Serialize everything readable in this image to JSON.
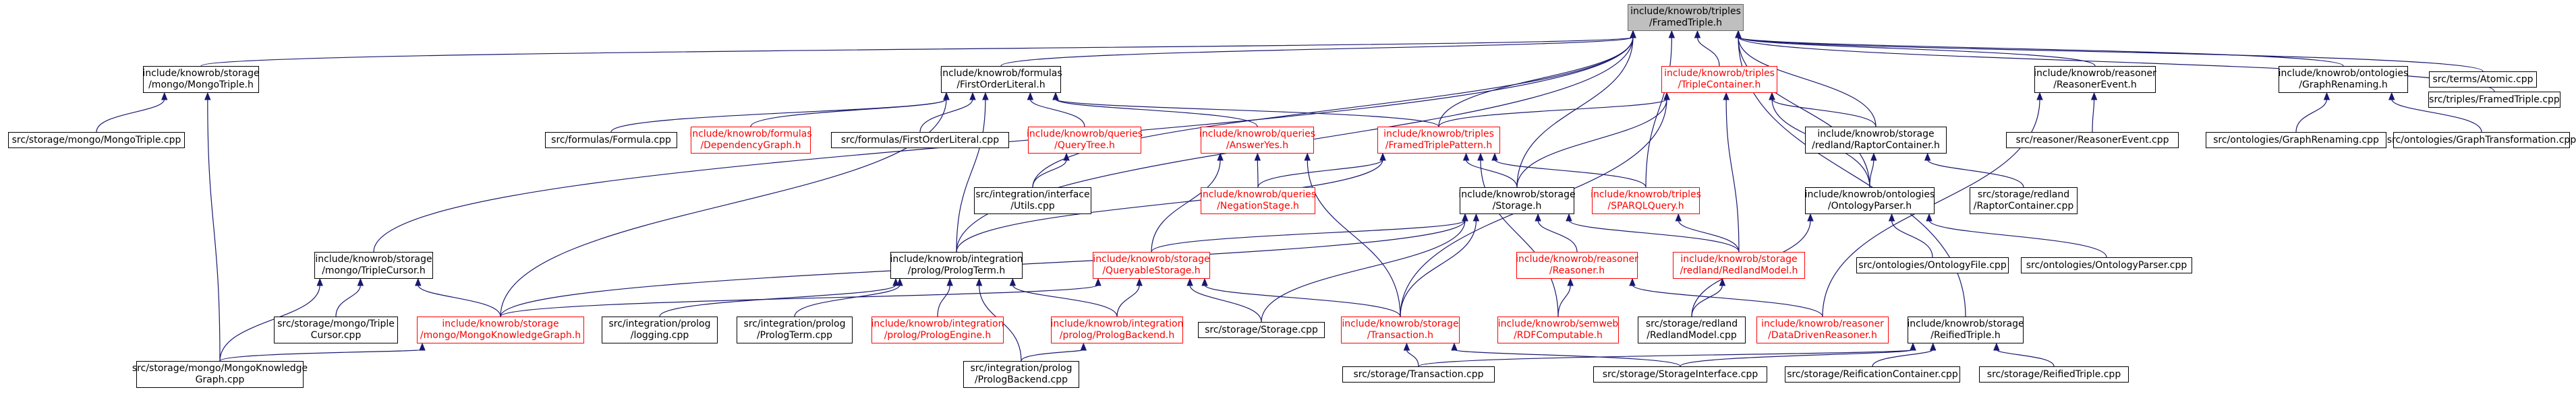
{
  "graph": {
    "root": {
      "line1": "include/knowrob/triples",
      "line2": "/FramedTriple.h"
    },
    "nodes": {
      "mongo_triple_h": {
        "line1": "include/knowrob/storage",
        "line2": "/mongo/MongoTriple.h"
      },
      "first_order_literal_h": {
        "line1": "include/knowrob/formulas",
        "line2": "/FirstOrderLiteral.h"
      },
      "triple_container_h": {
        "line1": "include/knowrob/triples",
        "line2": "/TripleContainer.h"
      },
      "reasoner_event_h": {
        "line1": "include/knowrob/reasoner",
        "line2": "/ReasonerEvent.h"
      },
      "graph_renaming_h": {
        "line1": "include/knowrob/ontologies",
        "line2": "/GraphRenaming.h"
      },
      "terms_atomic_cpp": {
        "line1": "src/terms/Atomic.cpp"
      },
      "triples_framed_triple_cpp": {
        "line1": "src/triples/FramedTriple.cpp"
      },
      "mongo_triple_cpp": {
        "line1": "src/storage/mongo/MongoTriple.cpp"
      },
      "formula_cpp": {
        "line1": "src/formulas/Formula.cpp"
      },
      "dependency_graph_h": {
        "line1": "include/knowrob/formulas",
        "line2": "/DependencyGraph.h"
      },
      "first_order_literal_cpp": {
        "line1": "src/formulas/FirstOrderLiteral.cpp"
      },
      "query_tree_h": {
        "line1": "include/knowrob/queries",
        "line2": "/QueryTree.h"
      },
      "answer_yes_h": {
        "line1": "include/knowrob/queries",
        "line2": "/AnswerYes.h"
      },
      "framed_triple_pattern_h": {
        "line1": "include/knowrob/triples",
        "line2": "/FramedTriplePattern.h"
      },
      "raptor_container_h": {
        "line1": "include/knowrob/storage",
        "line2": "/redland/RaptorContainer.h"
      },
      "reasoner_event_cpp": {
        "line1": "src/reasoner/ReasonerEvent.cpp"
      },
      "graph_renaming_cpp": {
        "line1": "src/ontologies/GraphRenaming.cpp"
      },
      "graph_transformation_cpp": {
        "line1": "src/ontologies/GraphTransformation.cpp"
      },
      "interface_utils_cpp": {
        "line1": "src/integration/interface",
        "line2": "/Utils.cpp"
      },
      "negation_stage_h": {
        "line1": "include/knowrob/queries",
        "line2": "/NegationStage.h"
      },
      "storage_h": {
        "line1": "include/knowrob/storage",
        "line2": "/Storage.h"
      },
      "sparql_query_h": {
        "line1": "include/knowrob/triples",
        "line2": "/SPARQLQuery.h"
      },
      "ontology_parser_h": {
        "line1": "include/knowrob/ontologies",
        "line2": "/OntologyParser.h"
      },
      "raptor_container_cpp": {
        "line1": "src/storage/redland",
        "line2": "/RaptorContainer.cpp"
      },
      "triple_cursor_h": {
        "line1": "include/knowrob/storage",
        "line2": "/mongo/TripleCursor.h"
      },
      "prolog_term_h": {
        "line1": "include/knowrob/integration",
        "line2": "/prolog/PrologTerm.h"
      },
      "queryable_storage_h": {
        "line1": "include/knowrob/storage",
        "line2": "/QueryableStorage.h"
      },
      "reasoner_h": {
        "line1": "include/knowrob/reasoner",
        "line2": "/Reasoner.h"
      },
      "redland_model_h": {
        "line1": "include/knowrob/storage",
        "line2": "/redland/RedlandModel.h"
      },
      "ontology_file_cpp": {
        "line1": "src/ontologies/OntologyFile.cpp"
      },
      "ontology_parser_cpp": {
        "line1": "src/ontologies/OntologyParser.cpp"
      },
      "triple_cursor_cpp": {
        "line1": "src/storage/mongo/Triple",
        "line2": "Cursor.cpp"
      },
      "mongo_knowledge_graph_h": {
        "line1": "include/knowrob/storage",
        "line2": "/mongo/MongoKnowledgeGraph.h"
      },
      "prolog_logging_cpp": {
        "line1": "src/integration/prolog",
        "line2": "/logging.cpp"
      },
      "prolog_term_cpp": {
        "line1": "src/integration/prolog",
        "line2": "/PrologTerm.cpp"
      },
      "prolog_engine_h": {
        "line1": "include/knowrob/integration",
        "line2": "/prolog/PrologEngine.h"
      },
      "prolog_backend_h": {
        "line1": "include/knowrob/integration",
        "line2": "/prolog/PrologBackend.h"
      },
      "storage_cpp": {
        "line1": "src/storage/Storage.cpp"
      },
      "transaction_h": {
        "line1": "include/knowrob/storage",
        "line2": "/Transaction.h"
      },
      "rdf_computable_h": {
        "line1": "include/knowrob/semweb",
        "line2": "/RDFComputable.h"
      },
      "redland_model_cpp": {
        "line1": "src/storage/redland",
        "line2": "/RedlandModel.cpp"
      },
      "data_driven_reasoner_h": {
        "line1": "include/knowrob/reasoner",
        "line2": "/DataDrivenReasoner.h"
      },
      "reified_triple_h": {
        "line1": "include/knowrob/storage",
        "line2": "/ReifiedTriple.h"
      },
      "mongo_knowledge_graph_cpp": {
        "line1": "src/storage/mongo/MongoKnowledge",
        "line2": "Graph.cpp"
      },
      "prolog_backend_cpp": {
        "line1": "src/integration/prolog",
        "line2": "/PrologBackend.cpp"
      },
      "transaction_cpp": {
        "line1": "src/storage/Transaction.cpp"
      },
      "storage_interface_cpp": {
        "line1": "src/storage/StorageInterface.cpp"
      },
      "reification_container_cpp": {
        "line1": "src/storage/ReificationContainer.cpp"
      },
      "reified_triple_cpp": {
        "line1": "src/storage/ReifiedTriple.cpp"
      }
    }
  },
  "colors": {
    "edge": "#191970",
    "truncated_border": "#ff0000",
    "root_fill": "#bfbfbf",
    "node_border": "#000000"
  }
}
